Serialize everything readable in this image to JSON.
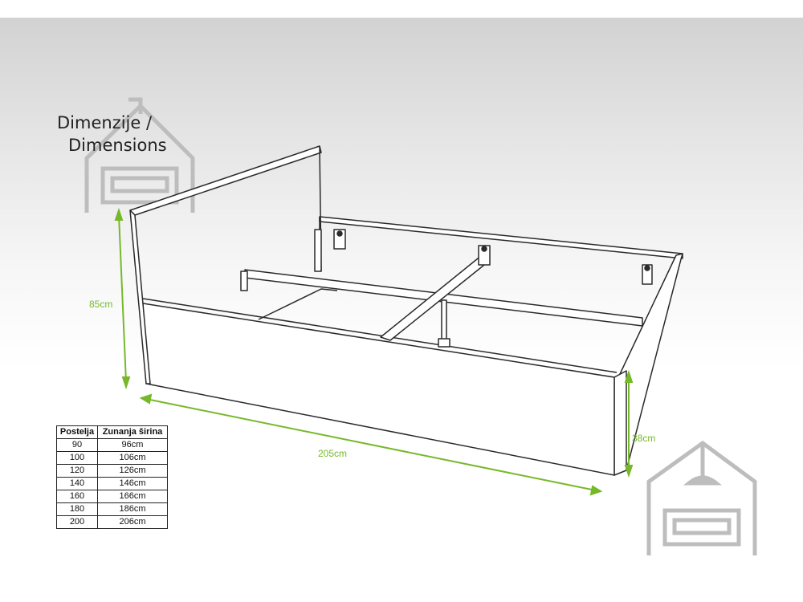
{
  "title": {
    "line1": "Dimenzije /",
    "line2": "Dimensions"
  },
  "dimensions": {
    "height": "85cm",
    "length": "205cm",
    "side_height": "38cm"
  },
  "size_table": {
    "headers": [
      "Postelja",
      "Zunanja širina"
    ],
    "rows": [
      [
        "90",
        "96cm"
      ],
      [
        "100",
        "106cm"
      ],
      [
        "120",
        "126cm"
      ],
      [
        "140",
        "146cm"
      ],
      [
        "160",
        "166cm"
      ],
      [
        "180",
        "186cm"
      ],
      [
        "200",
        "206cm"
      ]
    ]
  },
  "icons": {
    "logo_top": "house-sofa-icon",
    "logo_bottom": "house-sofa-icon"
  },
  "colors": {
    "dimension": "#77b82a",
    "outline": "#2a2a2a",
    "logo": "#bdbdbd"
  }
}
